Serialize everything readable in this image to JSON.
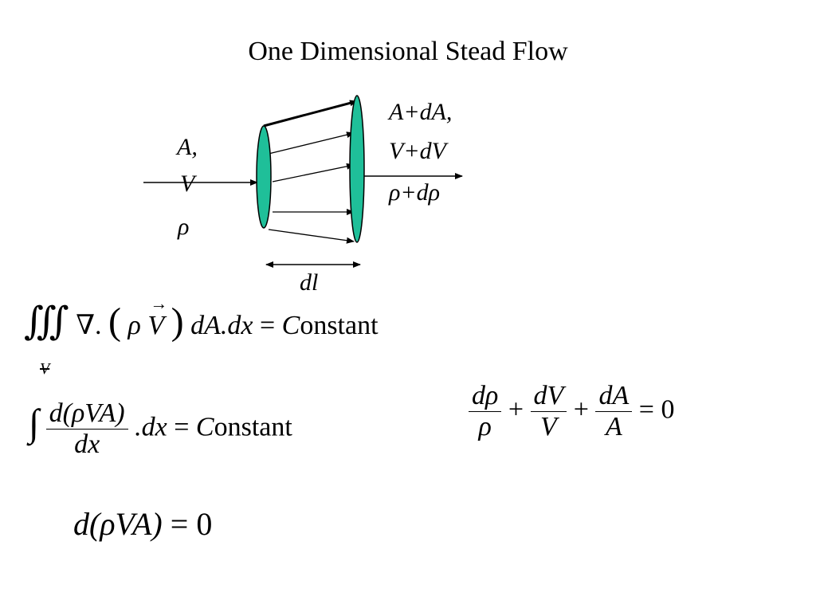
{
  "title": "One Dimensional Stead Flow",
  "diagram": {
    "inlet_labels": [
      "A,",
      "V",
      "ρ"
    ],
    "outlet_labels": [
      "A+dA,",
      "V+dV",
      "ρ+dρ"
    ],
    "length_label": "dl",
    "disk_color": "#1fbf99"
  },
  "equations": {
    "eq1": {
      "operator": "∇.",
      "lparen": "(",
      "rho": "ρ",
      "V": "V",
      "vec_arrow": "→",
      "rparen": ")",
      "tail": "dA.dx",
      "equals": " = ",
      "C": "C",
      "onstant": "onstant",
      "volume_subscript": "V"
    },
    "eq2": {
      "numerator_d": "d",
      "numerator_body": "(ρVA)",
      "denominator": "dx",
      "tail": ".dx",
      "equals": " = ",
      "C": "C",
      "onstant": "onstant"
    },
    "eq3": {
      "t1_num": "dρ",
      "t1_den": "ρ",
      "plus1": " + ",
      "t2_num": "dV",
      "t2_den": "V",
      "plus2": " + ",
      "t3_num": "dA",
      "t3_den": "A",
      "equals": " = ",
      "rhs": "0"
    },
    "eq4": {
      "d": "d",
      "body": "(ρVA)",
      "equals": " = ",
      "rhs": "0"
    }
  }
}
